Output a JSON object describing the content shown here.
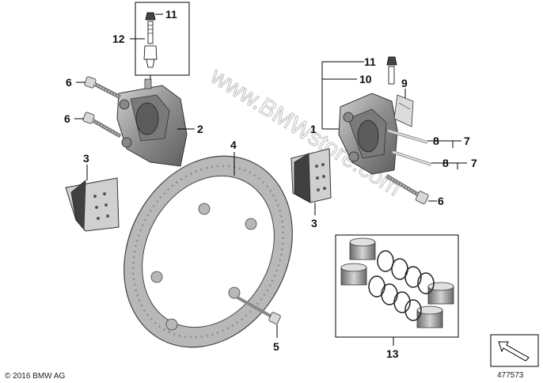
{
  "callouts": {
    "c1": "1",
    "c2": "2",
    "c3a": "3",
    "c3b": "3",
    "c4": "4",
    "c5": "5",
    "c6a": "6",
    "c6b": "6",
    "c6c": "6",
    "c7a": "7",
    "c7b": "7",
    "c8a": "8",
    "c8b": "8",
    "c9": "9",
    "c10": "10",
    "c11a": "11",
    "c11b": "11",
    "c12": "12",
    "c13": "13"
  },
  "footer": {
    "copyright": "© 2016 BMW AG",
    "diagram_number": "477573"
  },
  "watermark": "www.BMWstore.com",
  "colors": {
    "metal_dark": "#6e6e6e",
    "metal_mid": "#9a9a9a",
    "metal_light": "#c9c9c9",
    "disc": "#b8b8b8",
    "pad": "#5a5a5a",
    "line": "#000000"
  }
}
